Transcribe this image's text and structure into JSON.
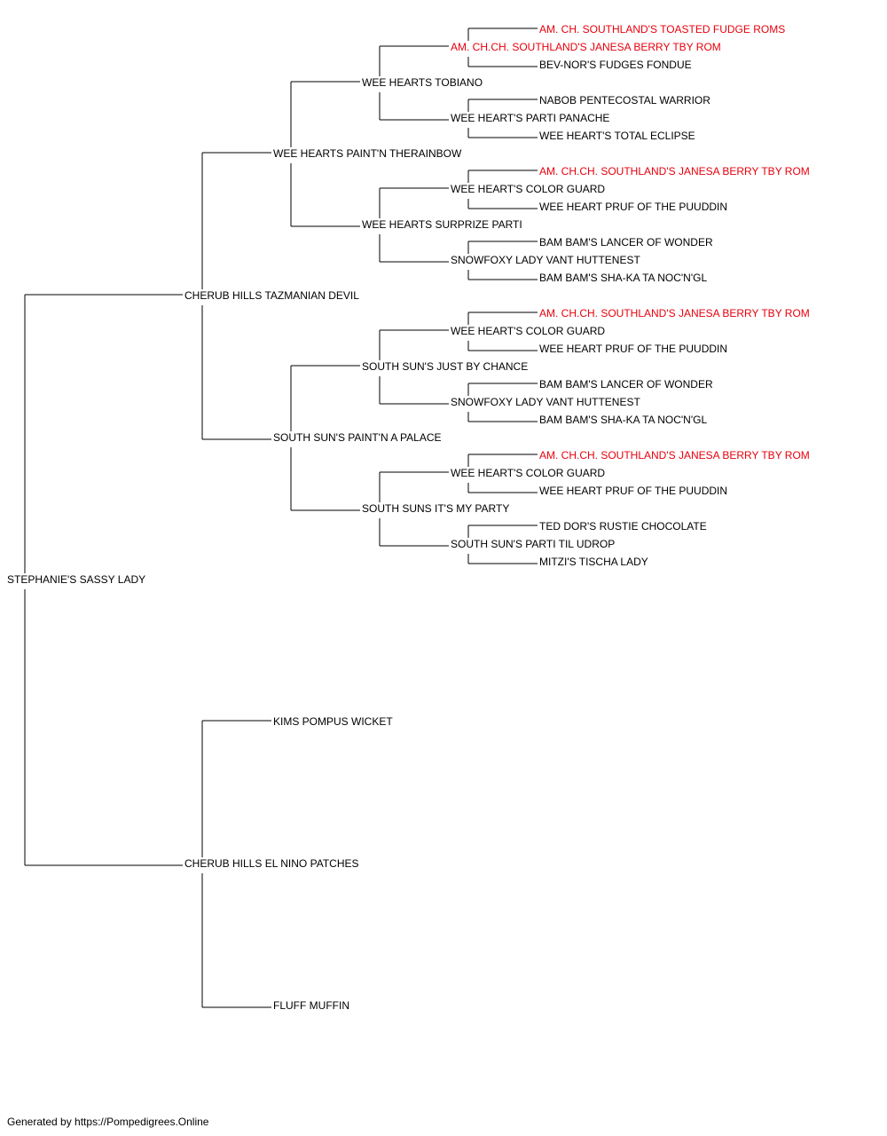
{
  "colors": {
    "champion": "#e8000c",
    "normal": "#000000",
    "line": "#000000"
  },
  "pedigree": {
    "name": "STEPHANIE'S SASSY LADY",
    "children": [
      {
        "name": "CHERUB HILLS TAZMANIAN DEVIL",
        "children": [
          {
            "name": "WEE HEARTS PAINT'N THERAINBOW",
            "children": [
              {
                "name": "WEE HEARTS TOBIANO",
                "children": [
                  {
                    "name": "AM. CH.CH. SOUTHLAND'S JANESA BERRY TBY ROM",
                    "champion": true,
                    "children": [
                      {
                        "name": "AM. CH. SOUTHLAND'S TOASTED FUDGE ROMS",
                        "champion": true
                      },
                      {
                        "name": "BEV-NOR'S FUDGES FONDUE"
                      }
                    ]
                  },
                  {
                    "name": "WEE HEART'S PARTI PANACHE",
                    "children": [
                      {
                        "name": "NABOB PENTECOSTAL WARRIOR"
                      },
                      {
                        "name": "WEE HEART'S TOTAL ECLIPSE"
                      }
                    ]
                  }
                ]
              },
              {
                "name": "WEE HEARTS SURPRIZE PARTI",
                "children": [
                  {
                    "name": "WEE HEART'S COLOR GUARD",
                    "children": [
                      {
                        "name": "AM. CH.CH. SOUTHLAND'S JANESA BERRY TBY ROM",
                        "champion": true
                      },
                      {
                        "name": "WEE HEART PRUF OF THE PUUDDIN"
                      }
                    ]
                  },
                  {
                    "name": "SNOWFOXY LADY VANT HUTTENEST",
                    "children": [
                      {
                        "name": "BAM BAM'S LANCER OF WONDER"
                      },
                      {
                        "name": "BAM BAM'S SHA-KA TA NOC'N'GL"
                      }
                    ]
                  }
                ]
              }
            ]
          },
          {
            "name": "SOUTH SUN'S PAINT'N A PALACE",
            "children": [
              {
                "name": "SOUTH SUN'S JUST BY CHANCE",
                "children": [
                  {
                    "name": "WEE HEART'S COLOR GUARD",
                    "children": [
                      {
                        "name": "AM. CH.CH. SOUTHLAND'S JANESA BERRY TBY ROM",
                        "champion": true
                      },
                      {
                        "name": "WEE HEART PRUF OF THE PUUDDIN"
                      }
                    ]
                  },
                  {
                    "name": "SNOWFOXY LADY VANT HUTTENEST",
                    "children": [
                      {
                        "name": "BAM BAM'S LANCER OF WONDER"
                      },
                      {
                        "name": "BAM BAM'S SHA-KA TA NOC'N'GL"
                      }
                    ]
                  }
                ]
              },
              {
                "name": "SOUTH SUNS IT'S MY PARTY",
                "children": [
                  {
                    "name": "WEE HEART'S COLOR GUARD",
                    "children": [
                      {
                        "name": "AM. CH.CH. SOUTHLAND'S JANESA BERRY TBY ROM",
                        "champion": true
                      },
                      {
                        "name": "WEE HEART PRUF OF THE PUUDDIN"
                      }
                    ]
                  },
                  {
                    "name": "SOUTH SUN'S PARTI TIL UDROP",
                    "children": [
                      {
                        "name": "TED DOR'S RUSTIE CHOCOLATE"
                      },
                      {
                        "name": "MITZI'S TISCHA LADY"
                      }
                    ]
                  }
                ]
              }
            ]
          }
        ]
      },
      {
        "name": "CHERUB HILLS EL NINO PATCHES",
        "children": [
          {
            "name": "KIMS POMPUS WICKET"
          },
          {
            "name": "FLUFF MUFFIN"
          }
        ]
      }
    ]
  },
  "footer": "Generated by https://Pompedigrees.Online"
}
